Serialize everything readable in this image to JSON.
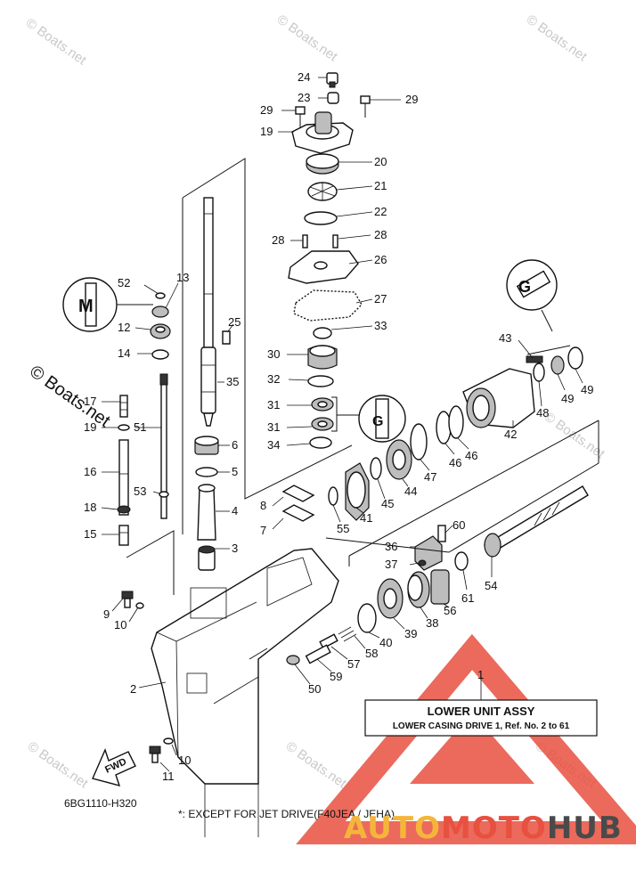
{
  "watermarks": {
    "boats_net": "© Boats.net"
  },
  "callouts": [
    {
      "id": "c24",
      "text": "24"
    },
    {
      "id": "c23",
      "text": "23"
    },
    {
      "id": "c29a",
      "text": "29"
    },
    {
      "id": "c29b",
      "text": "29"
    },
    {
      "id": "c19",
      "text": "19"
    },
    {
      "id": "c20",
      "text": "20"
    },
    {
      "id": "c21",
      "text": "21"
    },
    {
      "id": "c22",
      "text": "22"
    },
    {
      "id": "c28a",
      "text": "28"
    },
    {
      "id": "c28b",
      "text": "28"
    },
    {
      "id": "c26",
      "text": "26"
    },
    {
      "id": "c27",
      "text": "27"
    },
    {
      "id": "c33",
      "text": "33"
    },
    {
      "id": "c30",
      "text": "30"
    },
    {
      "id": "c32",
      "text": "32"
    },
    {
      "id": "c31a",
      "text": "31"
    },
    {
      "id": "c31b",
      "text": "31"
    },
    {
      "id": "c34",
      "text": "34"
    },
    {
      "id": "c52",
      "text": "52"
    },
    {
      "id": "c13",
      "text": "13"
    },
    {
      "id": "c12",
      "text": "12"
    },
    {
      "id": "c25",
      "text": "25"
    },
    {
      "id": "c14",
      "text": "14"
    },
    {
      "id": "c35",
      "text": "35"
    },
    {
      "id": "c17",
      "text": "17"
    },
    {
      "id": "c19b",
      "text": "19"
    },
    {
      "id": "c51",
      "text": "51"
    },
    {
      "id": "c6",
      "text": "6"
    },
    {
      "id": "c5",
      "text": "5"
    },
    {
      "id": "c16",
      "text": "16"
    },
    {
      "id": "c53",
      "text": "53"
    },
    {
      "id": "c18",
      "text": "18"
    },
    {
      "id": "c4",
      "text": "4"
    },
    {
      "id": "c8",
      "text": "8"
    },
    {
      "id": "c7",
      "text": "7"
    },
    {
      "id": "c15",
      "text": "15"
    },
    {
      "id": "c3",
      "text": "3"
    },
    {
      "id": "c43",
      "text": "43"
    },
    {
      "id": "c49a",
      "text": "49"
    },
    {
      "id": "c49b",
      "text": "49"
    },
    {
      "id": "c48",
      "text": "48"
    },
    {
      "id": "c42",
      "text": "42"
    },
    {
      "id": "c46a",
      "text": "46"
    },
    {
      "id": "c46b",
      "text": "46"
    },
    {
      "id": "c47",
      "text": "47"
    },
    {
      "id": "c44",
      "text": "44"
    },
    {
      "id": "c45",
      "text": "45"
    },
    {
      "id": "c41",
      "text": "41"
    },
    {
      "id": "c55",
      "text": "55"
    },
    {
      "id": "c60",
      "text": "60"
    },
    {
      "id": "c36",
      "text": "36"
    },
    {
      "id": "c37",
      "text": "37"
    },
    {
      "id": "c54",
      "text": "54"
    },
    {
      "id": "c61",
      "text": "61"
    },
    {
      "id": "c56",
      "text": "56"
    },
    {
      "id": "c38",
      "text": "38"
    },
    {
      "id": "c39",
      "text": "39"
    },
    {
      "id": "c40",
      "text": "40"
    },
    {
      "id": "c57",
      "text": "57"
    },
    {
      "id": "c58",
      "text": "58"
    },
    {
      "id": "c59",
      "text": "59"
    },
    {
      "id": "c50",
      "text": "50"
    },
    {
      "id": "c9",
      "text": "9"
    },
    {
      "id": "c10a",
      "text": "10"
    },
    {
      "id": "c2",
      "text": "2"
    },
    {
      "id": "c10b",
      "text": "10"
    },
    {
      "id": "c11",
      "text": "11"
    },
    {
      "id": "c1",
      "text": "1"
    }
  ],
  "assembly_box": {
    "title": "LOWER UNIT ASSY",
    "subtitle": "LOWER CASING DRIVE 1,  Ref. No. 2 to 61"
  },
  "fwd_label": "FWD",
  "drawing_code": "6BG1110-H320",
  "footnote": "*: EXCEPT FOR JET DRIVE(F40JEA / JEHA)",
  "brand": {
    "auto": "AUTO",
    "moto": "MOTO",
    "hub": "HUB",
    "colors": {
      "auto": "#f5b53a",
      "moto": "#e8503f",
      "hub": "#4a4a4a",
      "triangle": "#e8503f"
    }
  }
}
